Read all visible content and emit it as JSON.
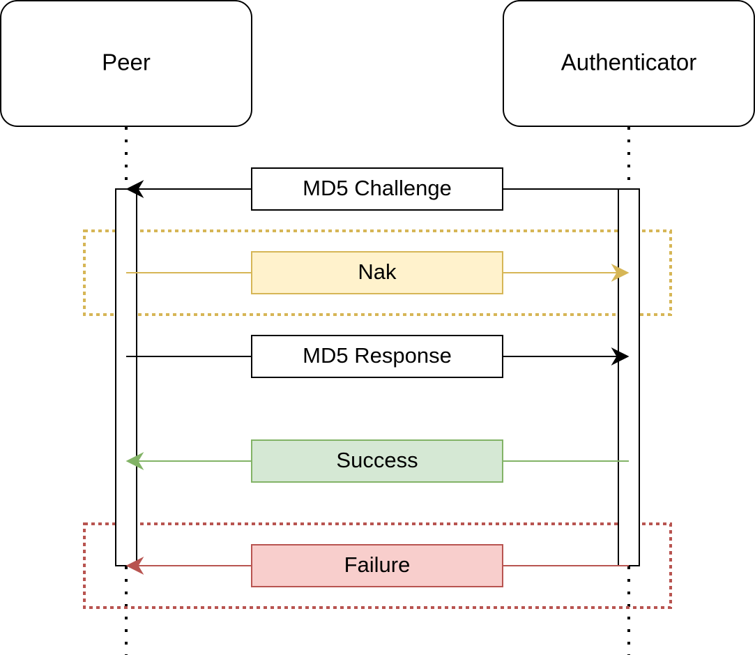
{
  "participants": {
    "peer": {
      "label": "Peer"
    },
    "authenticator": {
      "label": "Authenticator"
    }
  },
  "messages": [
    {
      "id": "md5-challenge",
      "label": "MD5 Challenge",
      "direction": "authenticator-to-peer",
      "stroke": "#000000",
      "fill": "#ffffff"
    },
    {
      "id": "nak",
      "label": "Nak",
      "direction": "peer-to-authenticator",
      "stroke": "#d6b656",
      "fill": "#fff2cc"
    },
    {
      "id": "md5-response",
      "label": "MD5 Response",
      "direction": "peer-to-authenticator",
      "stroke": "#000000",
      "fill": "#ffffff"
    },
    {
      "id": "success",
      "label": "Success",
      "direction": "authenticator-to-peer",
      "stroke": "#82b366",
      "fill": "#d5e8d4"
    },
    {
      "id": "failure",
      "label": "Failure",
      "direction": "authenticator-to-peer",
      "stroke": "#b85450",
      "fill": "#f8cecc"
    }
  ],
  "groups": [
    {
      "id": "nak-group",
      "stroke": "#d6b656"
    },
    {
      "id": "failure-group",
      "stroke": "#b85450"
    }
  ]
}
